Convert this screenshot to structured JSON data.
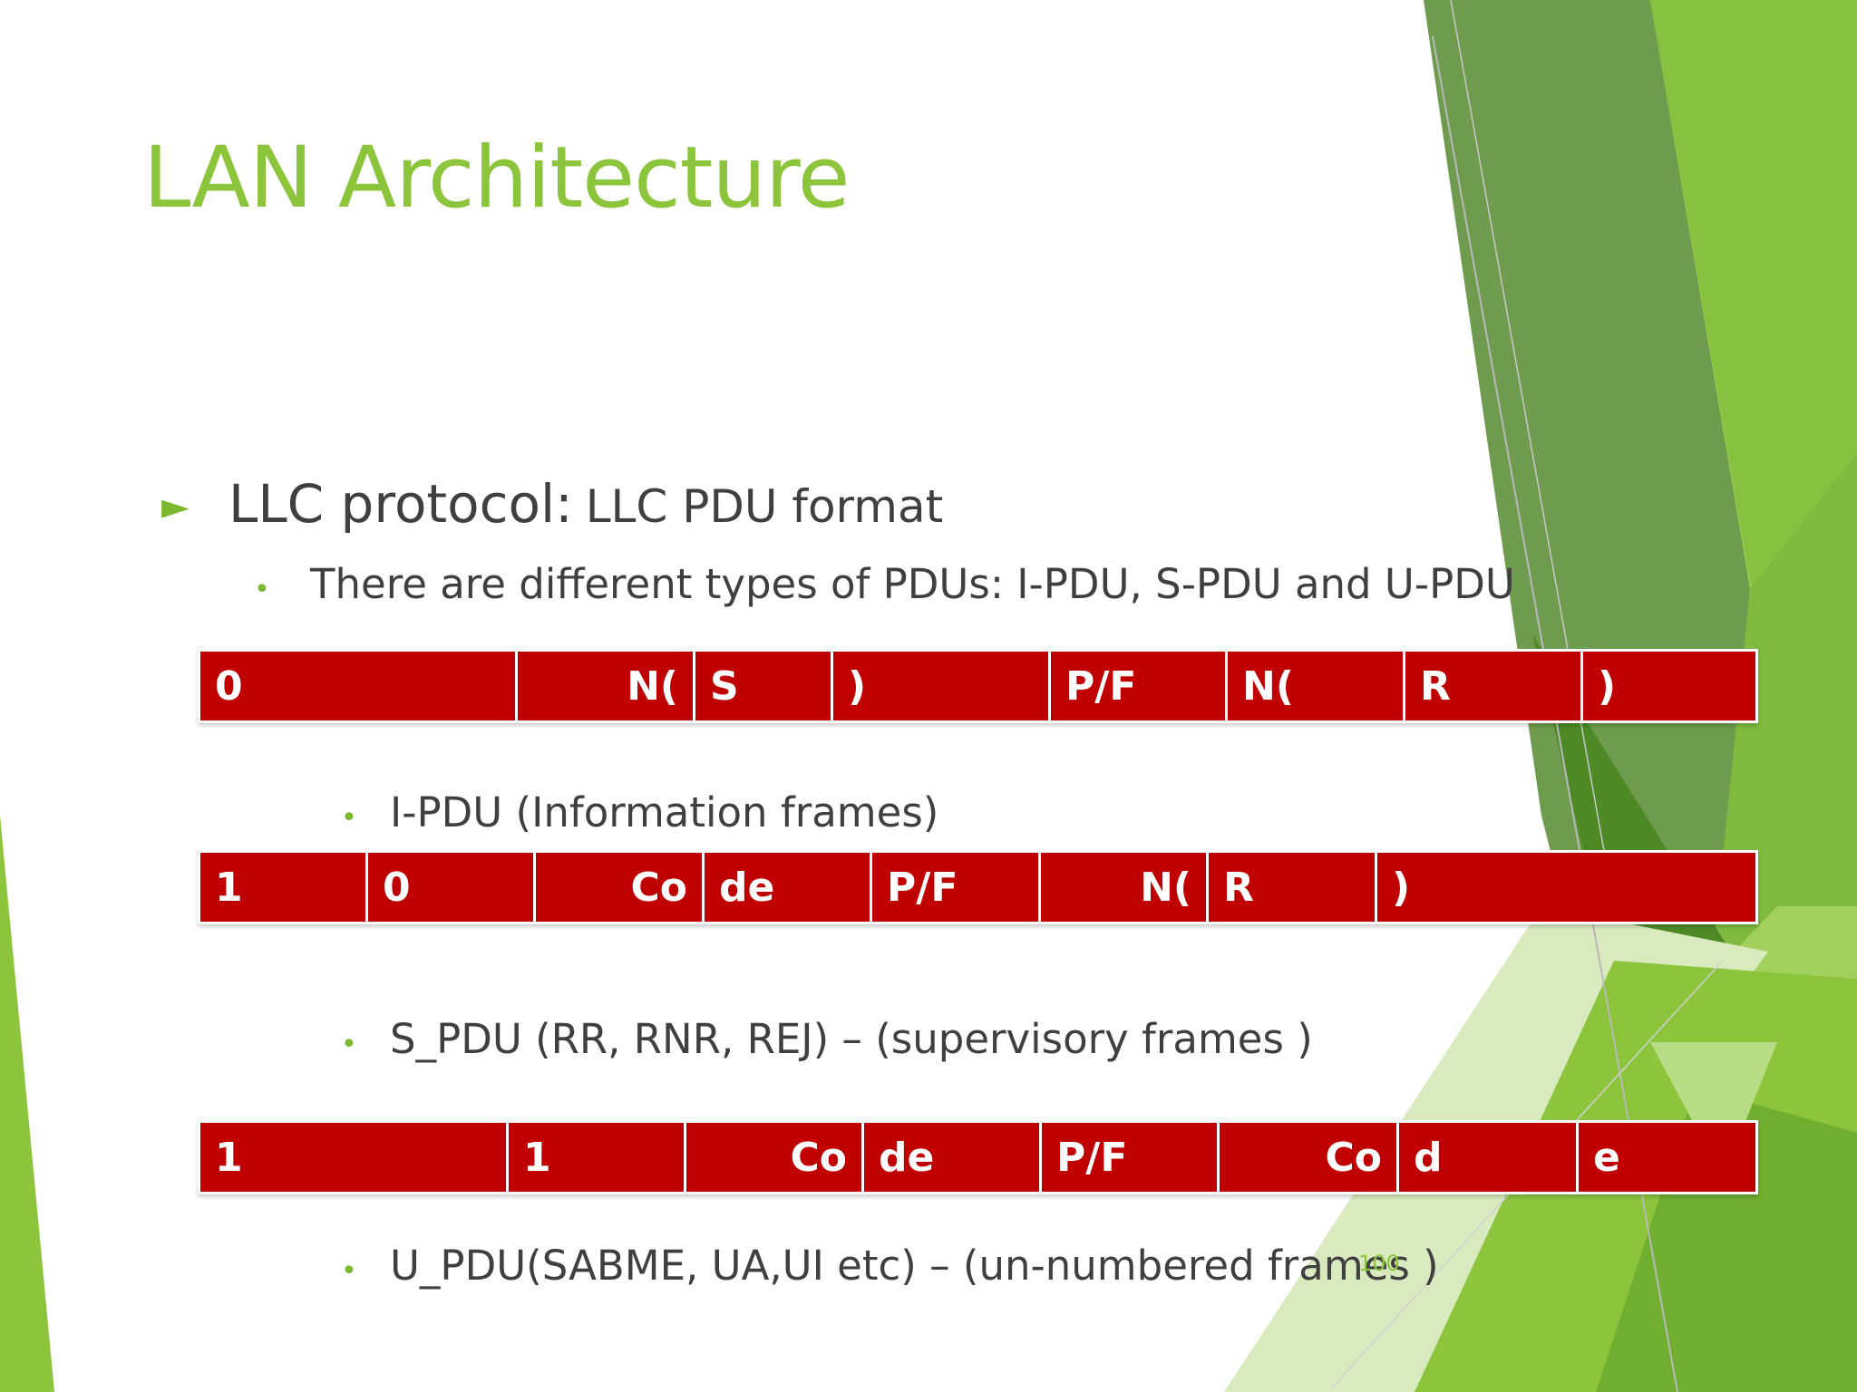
{
  "slide": {
    "title": "LAN Architecture",
    "bullet": {
      "main": "LLC protocol:",
      "sub": "LLC PDU format"
    },
    "subbullet": "There are different types of PDUs:  I-PDU, S-PDU and U-PDU",
    "labels": {
      "i_pdu": "I-PDU (Information frames)",
      "s_pdu": "S_PDU (RR, RNR, REJ) – (supervisory frames )",
      "u_pdu": "U_PDU(SABME, UA,UI etc) – (un-numbered frames )"
    },
    "page_number": "100"
  },
  "tables": {
    "i_pdu": [
      "0",
      "N(",
      "S",
      ")",
      "P/F",
      "N(",
      "R",
      ")"
    ],
    "s_pdu": [
      "1",
      "0",
      "Co",
      "de",
      "P/F",
      "N(",
      "R",
      ")"
    ],
    "u_pdu": [
      "1",
      "1",
      "Co",
      "de",
      "P/F",
      "Co",
      "d",
      "e"
    ]
  },
  "colors": {
    "accent_green": "#8cc43c",
    "cell_red": "#c00000",
    "text_gray": "#3f3f3f"
  }
}
